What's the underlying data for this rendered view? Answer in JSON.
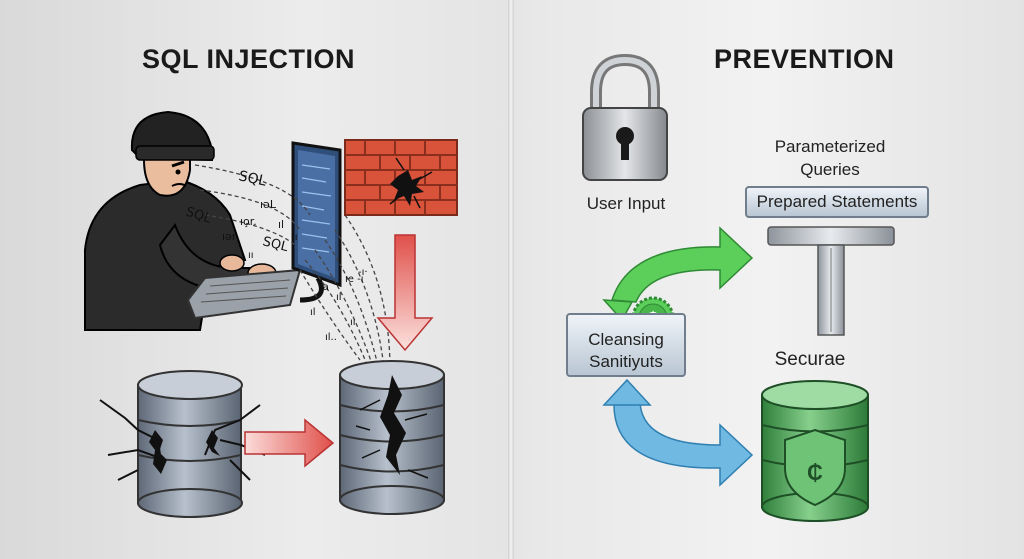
{
  "left": {
    "title": "SQL INJECTION",
    "code_fragments": [
      "SQL",
      "SQL",
      "SQL",
      "ıəL",
      "ıo̧r.",
      "ıl",
      "ıər",
      "ıı",
      "lı",
      "ıa",
      "ıl",
      "ıı",
      "ıe -ı",
      "-ı·",
      "ıl",
      "ıl.."
    ]
  },
  "right": {
    "title": "PREVENTION",
    "user_input": "User Input",
    "parameterized_line1": "Parameterized",
    "parameterized_line2": "Queries",
    "prepared": "Prepared Statements",
    "cleansing_line1": "Cleansing",
    "cleansing_line2": "Sanitiyuts",
    "secure": "Securae"
  },
  "colors": {
    "brick": "#d9533a",
    "arrow_red": "#e0504a",
    "arrow_green": "#5ccf5a",
    "arrow_blue": "#6fb9e3",
    "db_gray": "#8f9aa8",
    "db_green": "#4fae5a"
  }
}
